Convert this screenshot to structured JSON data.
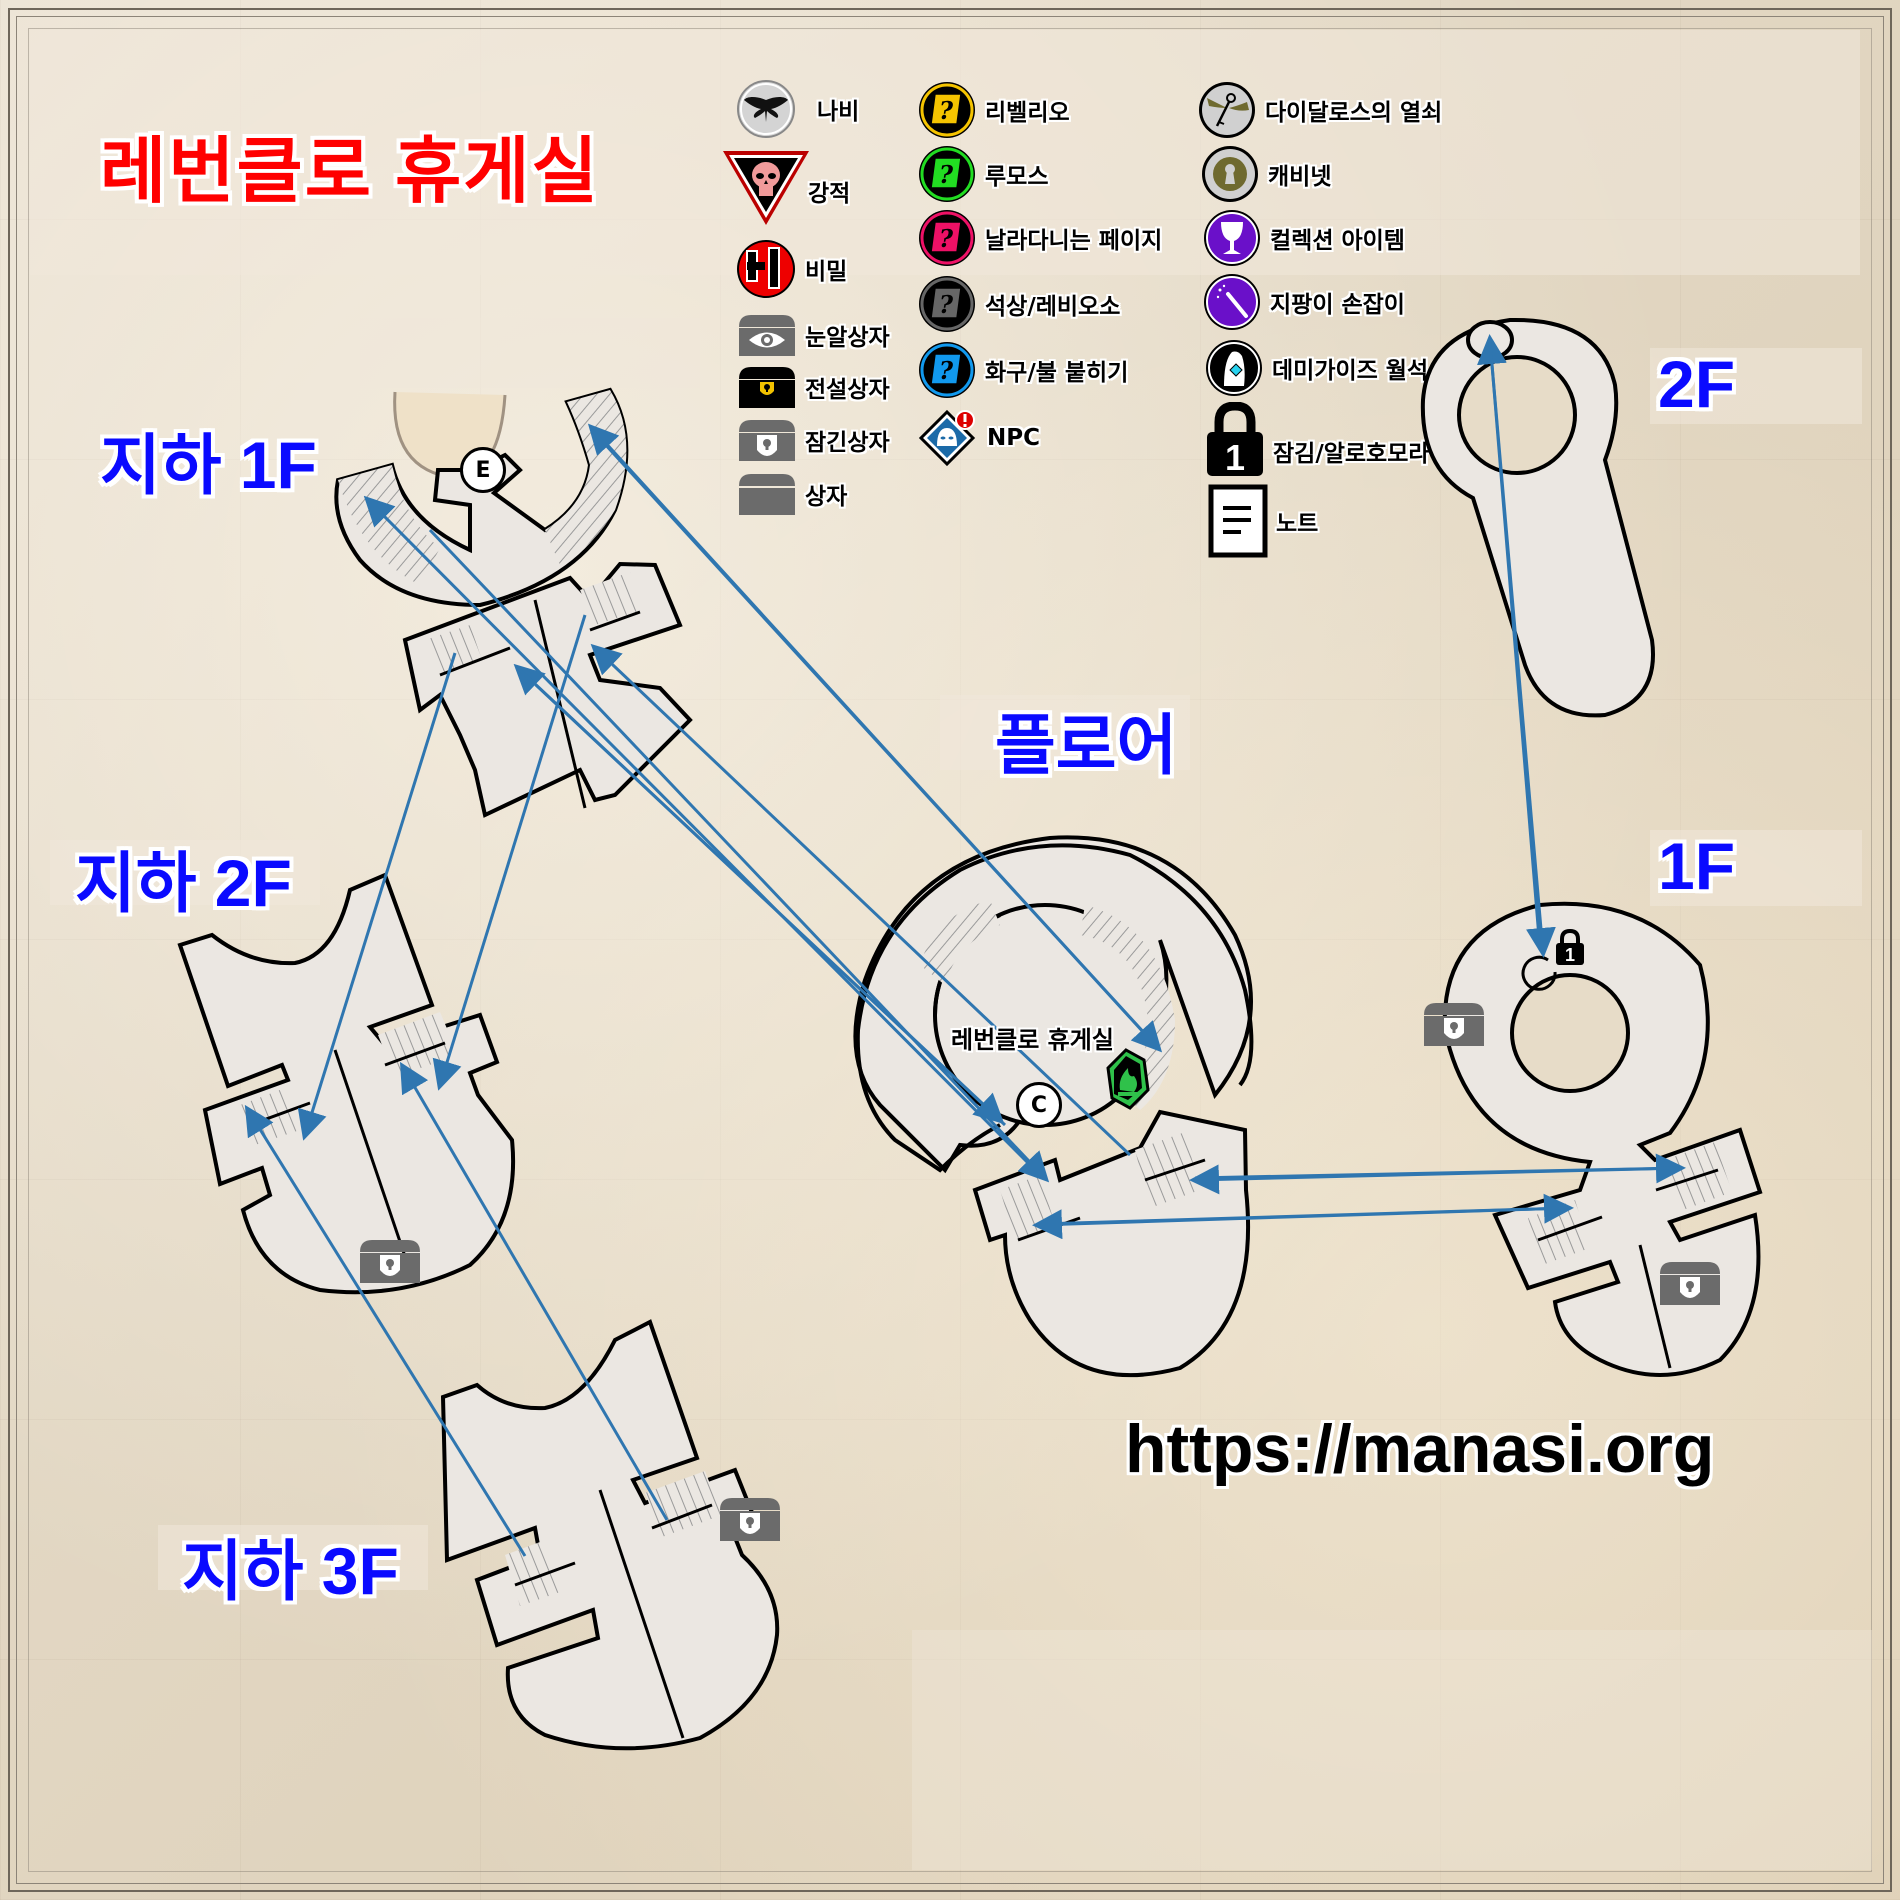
{
  "title": "레번클로 휴게실",
  "colors": {
    "title": "#ff0000",
    "floor_label": "#0a0aff",
    "room_fill": "#ebe7e2",
    "room_stroke": "#000000",
    "arrow": "#2f76b0",
    "butterfly": "#d0d0d0",
    "revelio": "#f5c400",
    "lumos": "#22dd22",
    "flying_page": "#ee1166",
    "statue": "#666666",
    "incendio": "#1199ee",
    "collection": "#6a10c9",
    "chest_gray": "#6b6b6b",
    "floo_green": "#2fc14a"
  },
  "floor_labels": {
    "b1": "지하 1F",
    "b2": "지하 2F",
    "b3": "지하 3F",
    "floor": "플로어",
    "f1": "1F",
    "f2": "2F"
  },
  "legend": {
    "col1": [
      {
        "icon": "butterfly-icon",
        "label": "나비"
      },
      {
        "icon": "elite-enemy-skull-icon",
        "label": "강적"
      },
      {
        "icon": "secret-icon",
        "label": "비밀",
        "glyph": "비"
      },
      {
        "icon": "eye-chest-icon",
        "label": "눈알상자"
      },
      {
        "icon": "legendary-chest-icon",
        "label": "전설상자"
      },
      {
        "icon": "locked-chest-icon",
        "label": "잠긴상자"
      },
      {
        "icon": "chest-icon",
        "label": "상자"
      }
    ],
    "col2": [
      {
        "icon": "revelio-scroll-icon",
        "label": "리벨리오"
      },
      {
        "icon": "lumos-scroll-icon",
        "label": "루모스"
      },
      {
        "icon": "flying-page-scroll-icon",
        "label": "날라다니는 페이지"
      },
      {
        "icon": "statue-scroll-icon",
        "label": "석상/레비오소"
      },
      {
        "icon": "incendio-scroll-icon",
        "label": "화구/불 붙히기"
      },
      {
        "icon": "npc-icon",
        "label": "NPC"
      }
    ],
    "col3": [
      {
        "icon": "daedalian-key-icon",
        "label": "다이달로스의 열쇠"
      },
      {
        "icon": "cabinet-keyhole-icon",
        "label": "캐비넷"
      },
      {
        "icon": "collection-goblet-icon",
        "label": "컬렉션 아이템"
      },
      {
        "icon": "wand-handle-icon",
        "label": "지팡이 손잡이"
      },
      {
        "icon": "demiguise-moon-icon",
        "label": "데미가이즈 월석"
      },
      {
        "icon": "padlock-alohomora-icon",
        "label": "잠김/알로호모라",
        "level": "1"
      },
      {
        "icon": "note-icon",
        "label": "노트"
      }
    ]
  },
  "map": {
    "room_label": "레번클로 휴게실",
    "markers": {
      "b1_exit": "E",
      "floor_c": "C",
      "lock_level": "1"
    }
  },
  "url": "https://manasi.org"
}
